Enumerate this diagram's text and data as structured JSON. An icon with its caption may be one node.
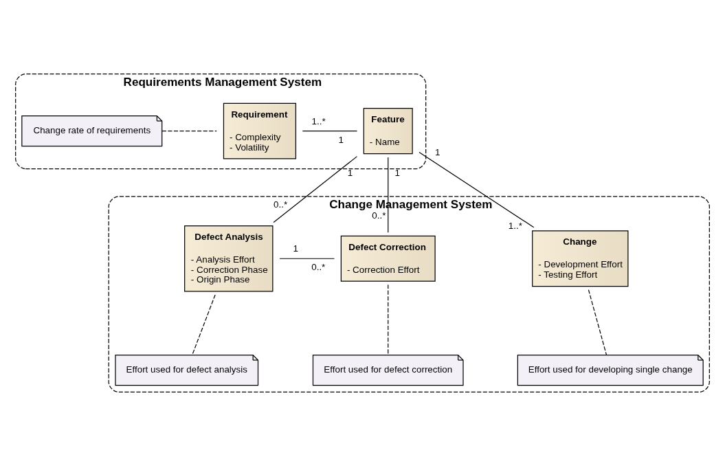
{
  "diagram": {
    "nodes": [
      {
        "text": [
          "Requirements Management System"
        ]
      },
      {
        "text": [
          "Change rate of requirements"
        ],
        "in": 0
      },
      {
        "text": [
          "Requirement",
          "- Complexity",
          "- Volatility"
        ],
        "in": 0
      },
      {
        "text": [
          "Feature",
          "- Name"
        ],
        "in": 0
      },
      {
        "text": [
          "Change Management System"
        ]
      },
      {
        "text": [
          "Change",
          "- Development Effort",
          "- Testing Effort"
        ],
        "in": 4
      },
      {
        "text": [
          "Defect Analysis",
          "- Analysis Effort",
          "- Correction Phase",
          "- Origin Phase"
        ],
        "in": 4
      },
      {
        "text": [
          "Defect Correction",
          "- Correction Effort"
        ],
        "in": 4
      },
      {
        "text": [
          "Effort used for developing single change"
        ],
        "in": 4
      },
      {
        "text": [
          "Effort used for defect analysis"
        ],
        "in": 4
      },
      {
        "text": [
          "Effort used for defect correction"
        ],
        "in": 4
      }
    ],
    "edges": [
      {
        "from": 1,
        "to": 2,
        "arrow": "none",
        "style": "dashed"
      },
      {
        "from": 2,
        "to": 3,
        "arrow": "none"
      },
      {
        "from": 3,
        "to": 5,
        "arrow": "none"
      },
      {
        "from": 3,
        "to": 6,
        "arrow": "none"
      },
      {
        "from": 3,
        "to": 7,
        "arrow": "none"
      },
      {
        "from": 6,
        "to": 7,
        "arrow": "none"
      },
      {
        "from": 5,
        "to": 8,
        "arrow": "none",
        "style": "dashed"
      },
      {
        "from": 6,
        "to": 9,
        "arrow": "none",
        "style": "dashed"
      },
      {
        "from": 7,
        "to": 10,
        "arrow": "none",
        "style": "dashed"
      }
    ],
    "labels": [
      "1..*",
      "1",
      "1",
      "1",
      "1",
      "0..*",
      "0..*",
      "1..*",
      "1",
      "0..*"
    ]
  }
}
